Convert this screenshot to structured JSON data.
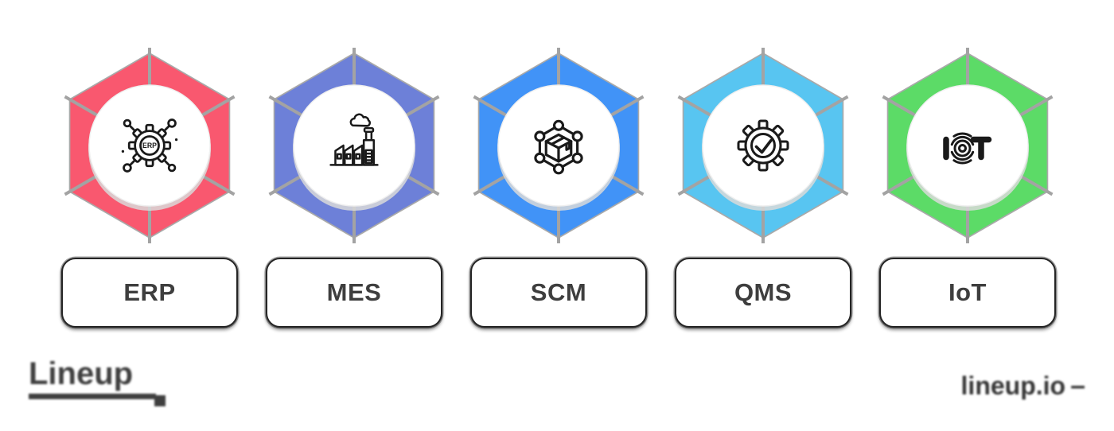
{
  "modules": [
    {
      "label": "ERP",
      "hex_color": "#F9586F",
      "icon": "erp-gear-network-icon",
      "icon_text": "ERP"
    },
    {
      "label": "MES",
      "hex_color": "#6D80D8",
      "icon": "factory-icon"
    },
    {
      "label": "SCM",
      "hex_color": "#4193F7",
      "icon": "package-network-icon"
    },
    {
      "label": "QMS",
      "hex_color": "#58C5F1",
      "icon": "gear-checkmark-icon"
    },
    {
      "label": "IoT",
      "hex_color": "#5CDB67",
      "icon": "iot-signal-icon"
    }
  ],
  "footer": {
    "logo_text": "Lineup",
    "watermark_text": "lineup.io",
    "watermark_dash": "–"
  },
  "palette": {
    "background": "#ffffff",
    "spoke_gray": "#A3A3A3",
    "circle_fill": "#ffffff",
    "card_fill": "#ffffff",
    "card_border": "#242424",
    "label_text": "#3E3E3E",
    "icon_stroke": "#1A1A1A",
    "footer_text": "#3A3A3A"
  }
}
